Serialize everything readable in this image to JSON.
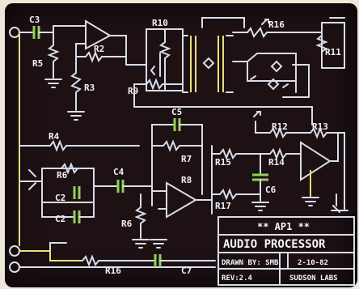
{
  "labels": {
    "C3": "C3",
    "R5": "R5",
    "R2": "R2",
    "R3": "R3",
    "R10": "R10",
    "R9": "R9",
    "R16a": "R16",
    "R11": "R11",
    "R4": "R4",
    "C5": "C5",
    "R7": "R7",
    "R8": "R8",
    "R12": "R12",
    "R13": "R13",
    "R15": "R15",
    "R14": "R14",
    "C6": "C6",
    "R17": "R17",
    "R6": "R6",
    "C4": "C4",
    "C2a": "C2",
    "C2b": "C2",
    "R6b": "R6",
    "R16b": "R16",
    "C7": "C7"
  },
  "title_block": {
    "header": "** AP1 **",
    "title": "AUDIO PROCESSOR",
    "drawn": "DRAWN BY: SMB",
    "date": "2-10-82",
    "rev": "REV:2.4",
    "company": "SUDSON LABS"
  },
  "colors": {
    "wire": "#d8ddea",
    "accent": "#e8e07a",
    "cap": "#8fd15c",
    "bg": "#1d1114"
  }
}
